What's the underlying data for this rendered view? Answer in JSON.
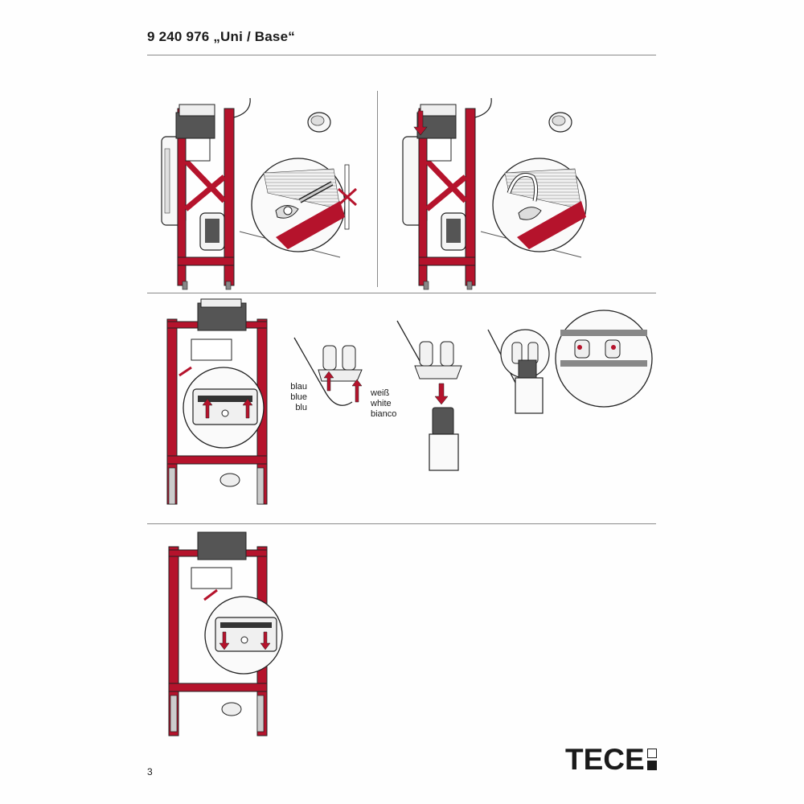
{
  "header": {
    "title": "9 240 976 „Uni / Base“"
  },
  "step2": {
    "labels_left": [
      "blau",
      "blue",
      "blu"
    ],
    "labels_right": [
      "weiß",
      "white",
      "bianco"
    ]
  },
  "footer": {
    "page_number": "3",
    "logo": "TECE"
  },
  "colors": {
    "frame": "#b5132c",
    "line": "#222222",
    "rule": "#8a8a8a",
    "panel": "#e5e5e5"
  }
}
